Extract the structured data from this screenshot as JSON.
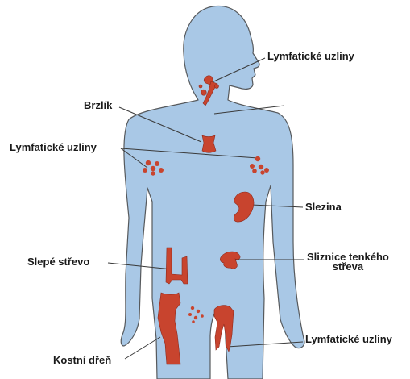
{
  "labels": {
    "lymph_nodes_neck": "Lymfatické uzliny",
    "thymus": "Brzlík",
    "lymph_nodes_armpit": "Lymfatické uzliny",
    "spleen": "Slezina",
    "appendix": "Slepé střevo",
    "intestinal_mucosa_line1": "Sliznice tenkého",
    "intestinal_mucosa_line2": "střeva",
    "lymph_nodes_groin": "Lymfatické uzliny",
    "bone_marrow": "Kostní dřeň"
  },
  "colors": {
    "body": "#a9c8e6",
    "body_outline": "#56595c",
    "organ": "#c8442e",
    "organ_dark": "#8e2a1c",
    "leader_line": "#3a3a3a",
    "text": "#1a1a1a"
  }
}
